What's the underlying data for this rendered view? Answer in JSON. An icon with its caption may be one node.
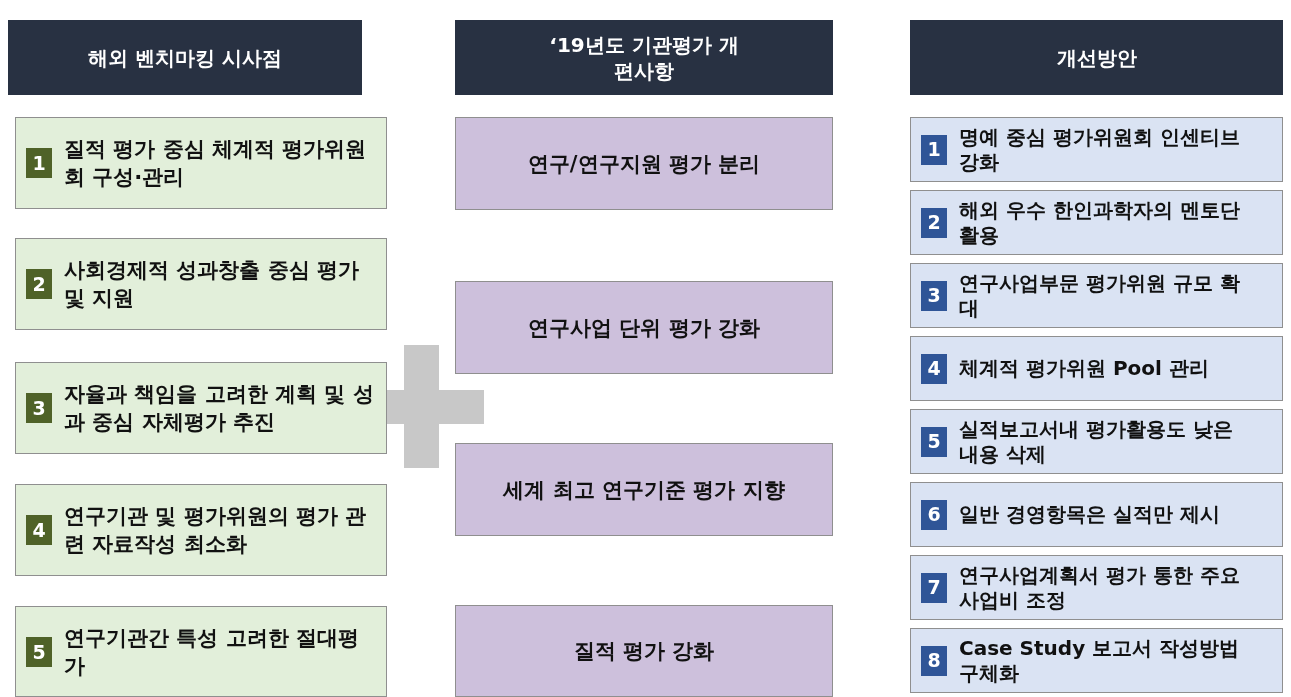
{
  "diagram": {
    "nodes": [
      {
        "text": [
          "해외 벤치마킹 시사점"
        ]
      },
      {
        "text": [
          "‘19년도 기관평가 개편사항"
        ]
      },
      {
        "text": [
          "개선방안"
        ]
      },
      {
        "text": [
          "1",
          "질적 평가 중심 체계적 평가위원회 구성·관리"
        ]
      },
      {
        "text": [
          "2",
          "사회경제적 성과창출 중심 평가 및 지원"
        ]
      },
      {
        "text": [
          "3",
          "자율과 책임을 고려한 계획 및 성과 중심 자체평가 추진"
        ]
      },
      {
        "text": [
          "4",
          "연구기관 및 평가위원의 평가 관련 자료작성 최소화"
        ]
      },
      {
        "text": [
          "5",
          "연구기관간 특성 고려한 절대평가"
        ]
      },
      {
        "text": [
          "연구/연구지원 평가 분리"
        ]
      },
      {
        "text": [
          "연구사업 단위 평가 강화"
        ]
      },
      {
        "text": [
          "세계 최고 연구기준 평가 지향"
        ]
      },
      {
        "text": [
          "질적 평가 강화"
        ]
      },
      {
        "text": [
          "1",
          "명예 중심 평가위원회 인센티브 강화"
        ]
      },
      {
        "text": [
          "2",
          "해외 우수 한인과학자의 멘토단 활용"
        ]
      },
      {
        "text": [
          "3",
          "연구사업부문 평가위원 규모 확대"
        ]
      },
      {
        "text": [
          "4",
          "체계적 평가위원 Pool 관리"
        ]
      },
      {
        "text": [
          "5",
          "실적보고서내 평가활용도 낮은 내용 삭제"
        ]
      },
      {
        "text": [
          "6",
          "일반 경영항목은 실적만 제시"
        ]
      },
      {
        "text": [
          "7",
          "연구사업계획서 평가 통한 주요사업비 조정"
        ]
      },
      {
        "text": [
          "8",
          "Case Study 보고서 작성방법 구체화"
        ]
      }
    ]
  }
}
